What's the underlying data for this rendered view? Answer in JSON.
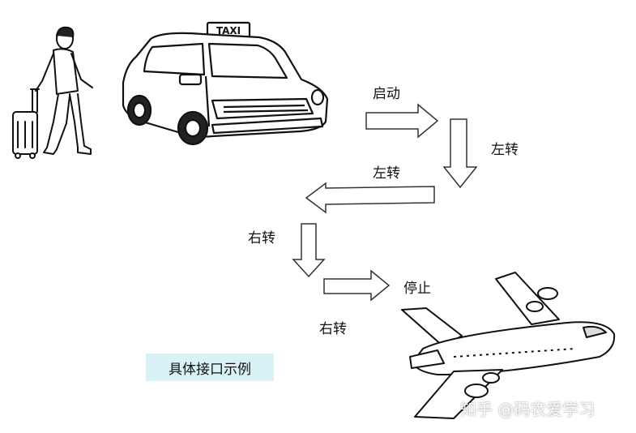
{
  "taxi_sign": "TAXI",
  "steps": {
    "start": "启动",
    "left1": "左转",
    "left2": "左转",
    "right1": "右转",
    "right2": "右转",
    "stop": "停止"
  },
  "caption": "具体接口示例",
  "watermark": "知乎 @码农爱学习",
  "colors": {
    "caption_bg": "#d9f2f5",
    "arrow_stroke": "#333333"
  }
}
